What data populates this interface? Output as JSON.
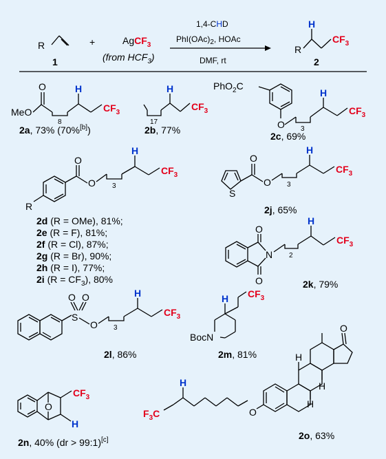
{
  "reaction": {
    "reagent_top": "1,4-CHD",
    "reagent_top_prefix": "1,4-C",
    "reagent_top_h": "H",
    "reagent_top_suffix": "D",
    "reagent_mid": "PhI(OAc)",
    "reagent_mid_sub": "2",
    "reagent_mid_suffix": ", HOAc",
    "solvent": "DMF, rt",
    "plus": "+",
    "silver": "Ag",
    "cf3": "CF",
    "three": "3",
    "from_label": "(from HCF",
    "from_sub": "3",
    "from_close": ")",
    "r": "R",
    "h": "H",
    "sm_number": "1",
    "product_number": "2"
  },
  "compounds": [
    {
      "id": "2a",
      "label_id": "2a",
      "text": ", 73% (70%",
      "sup": "[b]",
      "close": ")",
      "ester_o": "O",
      "meo": "MeO",
      "sub": "8"
    },
    {
      "id": "2b",
      "label_id": "2b",
      "text": ", 77%",
      "sub": "17"
    },
    {
      "id": "2c",
      "label_id": "2c",
      "text": ", 69%",
      "ph": "PhO",
      "ph_sub": "2",
      "ph_c": "C",
      "o": "O",
      "sub": "3"
    },
    {
      "id": "2d",
      "label_id": "2d",
      "text": " (R = OMe), 81%;"
    },
    {
      "id": "2e",
      "label_id": "2e",
      "text": " (R = F), 81%;"
    },
    {
      "id": "2f",
      "label_id": "2f",
      "text": " (R = Cl), 87%;"
    },
    {
      "id": "2g",
      "label_id": "2g",
      "text": " (R = Br), 90%;"
    },
    {
      "id": "2h",
      "label_id": "2h",
      "text": " (R = I), 77%;"
    },
    {
      "id": "2i",
      "label_id": "2i",
      "text": " (R = CF",
      "sub": "3",
      "close": "), 80%"
    },
    {
      "id": "2j",
      "label_id": "2j",
      "text": ", 65%",
      "s": "S"
    },
    {
      "id": "2k",
      "label_id": "2k",
      "text": ", 79%",
      "n": "N",
      "sub": "2"
    },
    {
      "id": "2l",
      "label_id": "2l",
      "text": ", 86%",
      "s": "S"
    },
    {
      "id": "2m",
      "label_id": "2m",
      "text": ", 81%",
      "boc": "BocN"
    },
    {
      "id": "2n",
      "label_id": "2n",
      "text": ", 40% (dr > 99:1)",
      "sup": "[c]"
    },
    {
      "id": "2o",
      "label_id": "2o",
      "text": ", 63%",
      "f3c": "F",
      "f3c_sub": "3",
      "f3c_c": "C"
    }
  ],
  "atoms": {
    "O": "O",
    "R": "R",
    "H": "H",
    "CF": "CF",
    "three": "3",
    "S": "S",
    "N": "N"
  },
  "colors": {
    "background": "#e6f2fb",
    "cf3": "#e3001b",
    "hydrogen": "#0033cc",
    "bonds": "#000000"
  }
}
